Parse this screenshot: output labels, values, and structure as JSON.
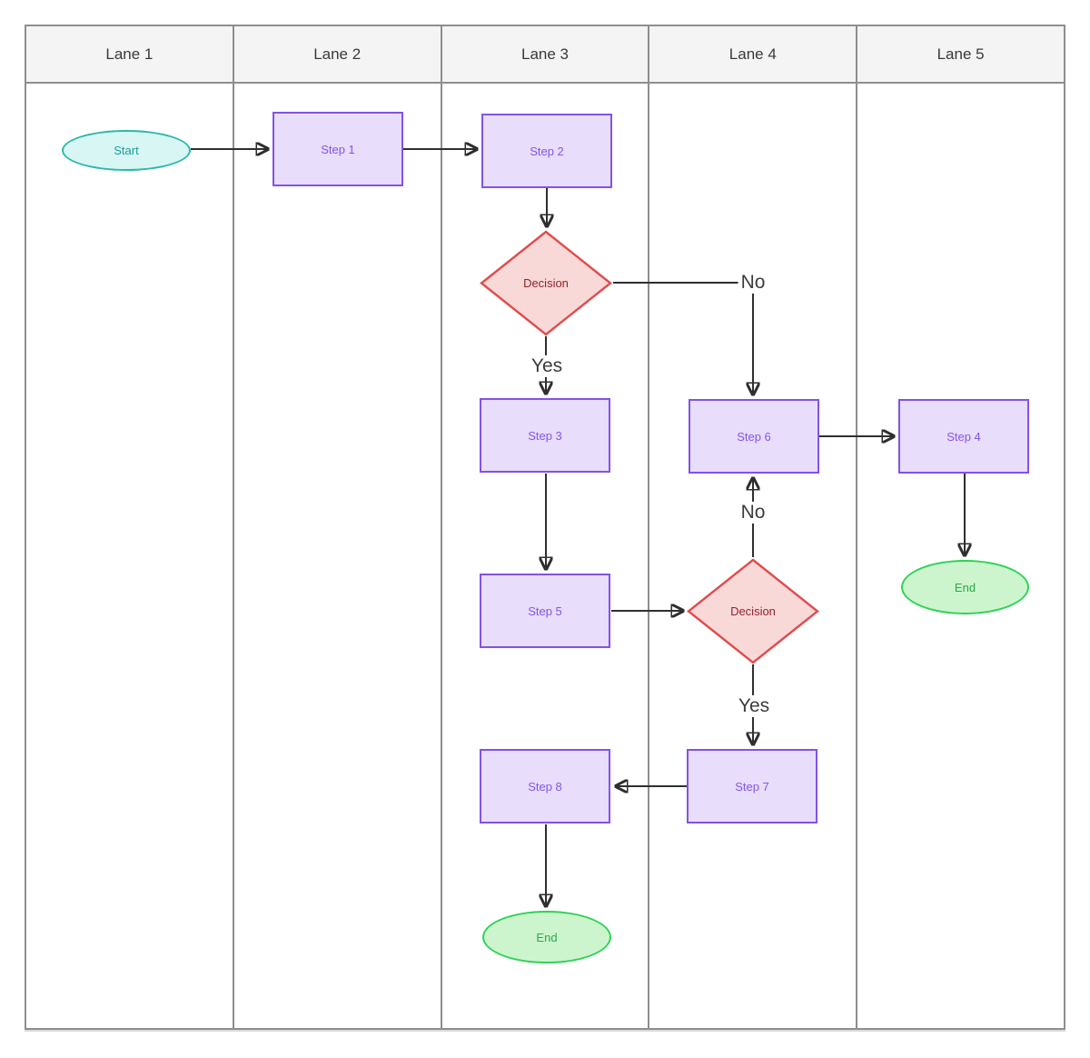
{
  "lanes": [
    {
      "label": "Lane 1"
    },
    {
      "label": "Lane 2"
    },
    {
      "label": "Lane 3"
    },
    {
      "label": "Lane 4"
    },
    {
      "label": "Lane 5"
    }
  ],
  "nodes": {
    "start": {
      "label": "Start",
      "type": "terminator",
      "lane": "Lane 1"
    },
    "step1": {
      "label": "Step 1",
      "type": "process",
      "lane": "Lane 2"
    },
    "step2": {
      "label": "Step 2",
      "type": "process",
      "lane": "Lane 3"
    },
    "decision1": {
      "label": "Decision",
      "type": "decision",
      "lane": "Lane 3"
    },
    "step3": {
      "label": "Step 3",
      "type": "process",
      "lane": "Lane 3"
    },
    "step5": {
      "label": "Step 5",
      "type": "process",
      "lane": "Lane 3"
    },
    "step8": {
      "label": "Step 8",
      "type": "process",
      "lane": "Lane 3"
    },
    "end_lane3": {
      "label": "End",
      "type": "terminator",
      "lane": "Lane 3"
    },
    "step6": {
      "label": "Step 6",
      "type": "process",
      "lane": "Lane 4"
    },
    "decision2": {
      "label": "Decision",
      "type": "decision",
      "lane": "Lane 4"
    },
    "step7": {
      "label": "Step 7",
      "type": "process",
      "lane": "Lane 4"
    },
    "step4": {
      "label": "Step 4",
      "type": "process",
      "lane": "Lane 5"
    },
    "end_lane5": {
      "label": "End",
      "type": "terminator",
      "lane": "Lane 5"
    }
  },
  "edge_labels": {
    "decision1_no": "No",
    "decision1_yes": "Yes",
    "decision2_no": "No",
    "decision2_yes": "Yes"
  },
  "colors": {
    "process_fill": "#e8ddfa",
    "process_stroke": "#8352e8",
    "process_text": "#8655ee",
    "decision_fill": "#f9d8d8",
    "decision_stroke": "#e04c4c",
    "decision_text": "#93232a",
    "start_fill": "#d8f6f4",
    "start_stroke": "#2cb8ab",
    "start_text": "#199f9b",
    "end_fill": "#cdf5cd",
    "end_stroke": "#2fd257",
    "end_text": "#25aa4e",
    "arrow": "#2f2f2f",
    "lane_border": "#8e8e8e",
    "lane_header_fill": "#f4f4f4"
  }
}
